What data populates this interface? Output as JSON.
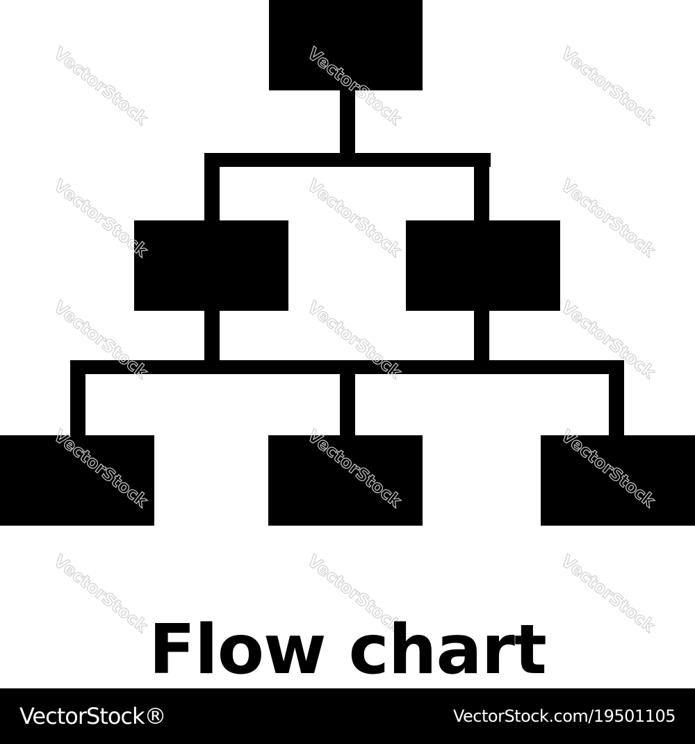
{
  "diagram": {
    "caption": "Flow chart",
    "node_color": "#000000",
    "background_color": "#ffffff",
    "icon": "org-chart-icon"
  },
  "watermark": {
    "text": "VectorStock",
    "color": "#cfcfcf"
  },
  "footer": {
    "brand": "VectorStock®",
    "image_id": "VectorStock.com/19501105",
    "background": "#000000",
    "text_color": "#ffffff"
  }
}
